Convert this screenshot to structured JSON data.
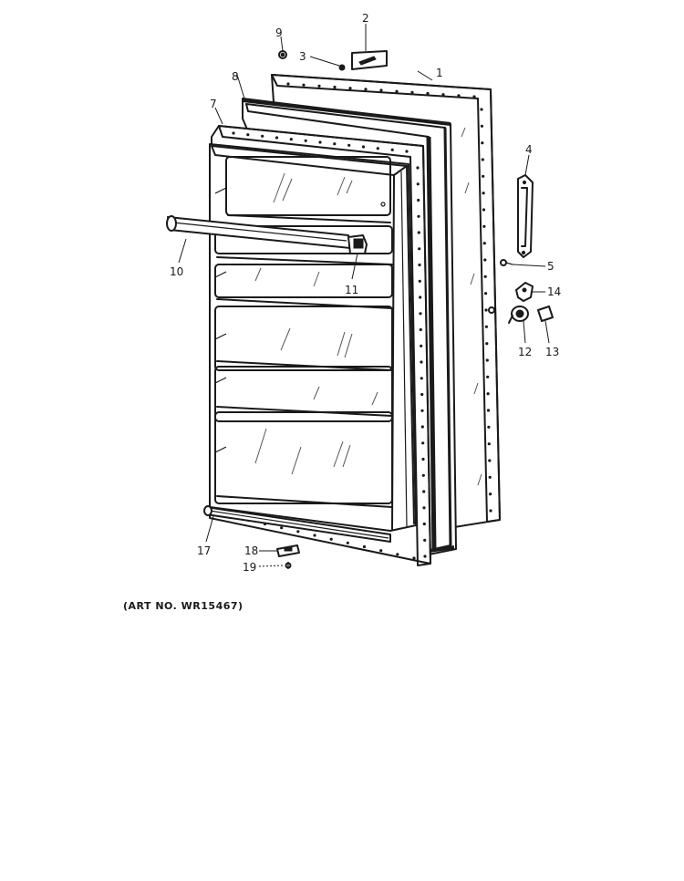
{
  "caption": "(ART NO. WR15467)",
  "callouts": [
    {
      "id": "1",
      "label": "1"
    },
    {
      "id": "2",
      "label": "2"
    },
    {
      "id": "3",
      "label": "3"
    },
    {
      "id": "4",
      "label": "4"
    },
    {
      "id": "5",
      "label": "5"
    },
    {
      "id": "7",
      "label": "7"
    },
    {
      "id": "8",
      "label": "8"
    },
    {
      "id": "9",
      "label": "9"
    },
    {
      "id": "10",
      "label": "10"
    },
    {
      "id": "11",
      "label": "11"
    },
    {
      "id": "12",
      "label": "12"
    },
    {
      "id": "13",
      "label": "13"
    },
    {
      "id": "14",
      "label": "14"
    },
    {
      "id": "17",
      "label": "17"
    },
    {
      "id": "18",
      "label": "18"
    },
    {
      "id": "19",
      "label": "19"
    }
  ],
  "colors": {
    "ink": "#1a1a1a",
    "background": "#ffffff"
  }
}
